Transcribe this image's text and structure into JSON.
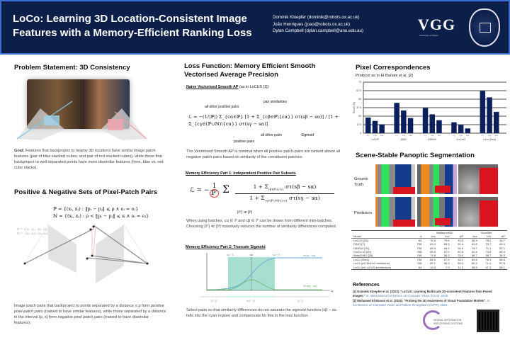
{
  "header": {
    "title_line1": "LoCo: Learning 3D Location-Consistent Image",
    "title_line2": "Features with a Memory-Efficient Ranking Loss",
    "authors": [
      "Dominik Kloepfer (dominik@robots.ox.ac.uk)",
      "João Henriques (joao@robots.ox.ac.uk)",
      "Dylan Campbell (dylan.campbell@anu.edu.au)"
    ],
    "vgg_logo": "VGG",
    "vgg_sub": "University of Oxford"
  },
  "problem": {
    "heading": "Problem Statement: 3D Consistency",
    "goal_label": "Goal:",
    "goal_text": " Features that backproject to nearby 3D locations have similar image patch features (pair of blue stacked cubes, and pair of red stacked cubes), while those that backproject to well-separated points have more dissimilar features (here, blue vs. red cube stacks)."
  },
  "pairs": {
    "heading": "Positive & Negative Sets of Pixel-Patch Pairs",
    "formula_p": "ℙ = {(xᵢ, xⱼ) : ‖pᵢ − pⱼ‖ ⩽ ρ ∧ eᵢ = eⱼ}",
    "formula_n": "ℕ = {(xᵢ, xⱼ) : ρ < ‖pᵢ − pⱼ‖ ⩽ κ ∧ eᵢ = eⱼ}",
    "diagram_p": "ℙ = {(x₁, x₂), (x₃, x₄)}",
    "diagram_n": "ℕ = {(x₁, x₃), (x₂, x₄)}",
    "caption_a": "Image patch pairs that backproject to points separated by a distance ≤ ρ form ",
    "caption_b": "positive pixel-patch pairs",
    "caption_c": " (trained to have similar features), while those separated by a distance in the interval (ρ, κ] form ",
    "caption_d": "negative pixel patch pairs",
    "caption_e": " (trained to have dissimilar features)."
  },
  "loss": {
    "heading_line1": "Loss Function: Memory Efficient Smooth",
    "heading_line2": "Vectorised Average Precision",
    "naive_label": "Naive Vectorised Smooth AP",
    "naive_suffix": " (as in LoCUS [1])",
    "formula": "ℒ = −(1/|ℙ|) Σ_{cα∈ℙ} [1 + Σ_{cβ∈ℙ\\{cα}} στ(sβ − sα)] / [1 + Σ_{cγ∈(ℙ∪ℕ)\\{cα}} στ(sγ − sα)]",
    "anno_pair_sim": "pair similarities",
    "anno_other_pos": "all other positive pairs",
    "anno_other": "all other pairs",
    "anno_sigmoid": "Sigmoid",
    "anno_pos": "positive pairs",
    "desc": "The Vectorised Smooth AP is minimal when all positive patch-pairs are ranked above all negative patch pairs based on similarity of the constituent patches.",
    "part1_label": "Memory Efficiency Part 1: Independent Positive Pair Subsets",
    "part1_anno": "|ℙ'| ≪ |ℙ|",
    "part1_text": "When using batches, cα ∈ ℙ and cβ ∈ ℙ can be drawn from different mini-batches. Choosing |ℙ'| ≪ |ℙ| massively reduces the number of similarity differences computed.",
    "part2_label": "Memory Efficiency Part 2: Truncate Sigmoid",
    "plot_labels": {
      "left": "sα − δ",
      "mid": "sα",
      "right": "sα + δ",
      "sigma": "στ(sγ − sα)",
      "dsigma": "∇στ(sγ − sα)",
      "xaxis": "sγ",
      "range_l": "[0, 0]",
      "range_m": "w(ℙ, ℕ)",
      "range_r": "[1, 1]"
    },
    "part2_text": "Select pairs so that similarity differences do not saturate the sigmoid function (sβ − sα falls into the cyan region) and compensate for this in the loss function."
  },
  "correspondences": {
    "heading": "Pixel Correspondences",
    "protocol": "Protocol as in El Banani et al. [2]"
  },
  "chart_data": {
    "type": "bar",
    "ylabel": "Recall (%)",
    "ylim": [
      0,
      75
    ],
    "yticks": [
      "0",
      "12.5",
      "25",
      "37.5",
      "50",
      "62.5",
      "75"
    ],
    "grid": true,
    "categories": [
      "LoCUS",
      "DINO",
      "DINOv2",
      "CroCov2",
      "LoCo (Ours)"
    ],
    "sub_labels": [
      "0°/1°",
      "15/30",
      "30/60"
    ],
    "series": [
      {
        "name": "LoCUS",
        "values": [
          23,
          18,
          13
        ]
      },
      {
        "name": "DINO",
        "values": [
          44.6,
          33.4,
          22.3
        ]
      },
      {
        "name": "DINOv2",
        "values": [
          37,
          27.7,
          19
        ]
      },
      {
        "name": "CroCov2",
        "values": [
          16,
          12,
          7
        ]
      },
      {
        "name": "LoCo (Ours)",
        "values": [
          62,
          52.7,
          31.4
        ]
      }
    ],
    "color": "#0b1f5c"
  },
  "segmentation": {
    "heading": "Scene-Stable Panoptic Segmentation",
    "row_gt": "Ground-Truth",
    "row_pred": "Prediction"
  },
  "table": {
    "groups": [
      "Matterport3D",
      "ScanNet"
    ],
    "headers": [
      "Model",
      "d",
      "Acc",
      "IoU",
      "AP",
      "Acc",
      "IoU",
      "AP"
    ],
    "rows": [
      [
        "LoCUS [26]",
        "64",
        "78.6",
        "79.6",
        "40.5",
        "68.9",
        "78.2",
        "66.7"
      ],
      [
        "DINO [7]",
        "768",
        "65.2",
        "65.3",
        "81.6",
        "81.8",
        "73.7",
        "64.9"
      ],
      [
        "DINOv2 [31]",
        "768",
        "65.9",
        "66.0",
        "80.5",
        "79.7",
        "71.1",
        "82.1"
      ],
      [
        "CroCo v2 [40]",
        "768",
        "65.5",
        "67.0",
        "87.8",
        "81.5",
        "73.8",
        "89.4"
      ],
      [
        "MaskDINO [26]",
        "768",
        "74.8",
        "56.3",
        "33.0",
        "58.7",
        "58.7",
        "36.3"
      ],
      [
        "LoCo (Ours)",
        "768",
        "86.0",
        "67.9",
        "84.2",
        "83.5",
        "76.3",
        "88.8"
      ],
      [
        "LoCo (w/ DINOv2 backbone)",
        "768",
        "82.1",
        "58.3",
        "80.0",
        "80.4",
        "71.4",
        "87.8"
      ],
      [
        "LoCo (w/ LoCUS architecture)",
        "64",
        "10.0",
        "7.3",
        "11.2",
        "58.9",
        "47.3",
        "58.1"
      ]
    ]
  },
  "references": {
    "heading": "References",
    "r1": "[1] Dominik Kloepfer et al. (2023). \"LoCUS: Learning Multiscale 3D-consistent Features from Posed Images.\"",
    "r1_venue": " In: International Conference on Computer Vision (ICCV). 2023.",
    "r2": "[2] Mohamed El Banani et al. (2024). \"Probing the 3D Awareness of Visual Foundation Models\".",
    "r2_venue": " In: Conference on Computer Vision and Pattern Recognition (CVPR). 2024.",
    "nips_logo": "NEURAL INFORMATION PROCESSING SYSTEMS"
  }
}
